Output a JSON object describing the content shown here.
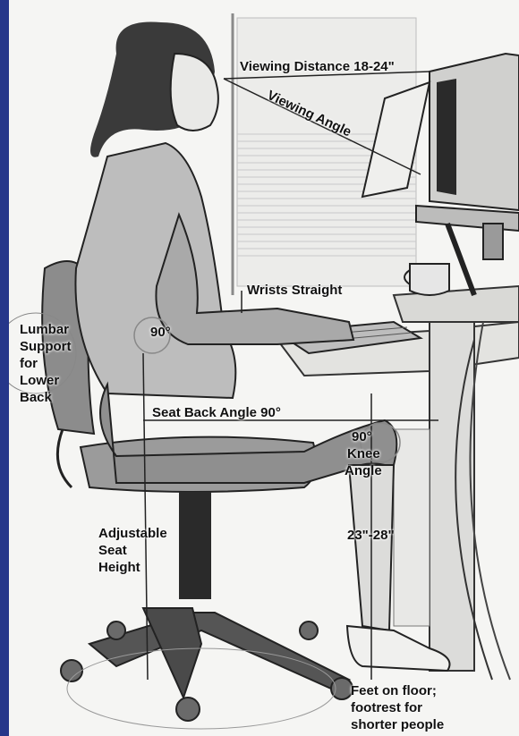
{
  "labels": {
    "viewing_distance": "Viewing Distance 18-24\"",
    "viewing_angle": "Viewing Angle",
    "wrists_straight": "Wrists Straight",
    "elbow_angle": "90°",
    "lumbar_1": "Lumbar",
    "lumbar_2": "Support",
    "lumbar_3": "for",
    "lumbar_4": "Lower",
    "lumbar_5": "Back",
    "seat_back_angle": "Seat Back Angle 90°",
    "knee_1": "90°",
    "knee_2": "Knee",
    "knee_3": "Angle",
    "seat_1": "Adjustable",
    "seat_2": "Seat",
    "seat_3": "Height",
    "knee_height": "23\"-28\"",
    "feet_1": "Feet on floor;",
    "feet_2": "footrest for",
    "feet_3": "shorter people"
  },
  "colors": {
    "frame_top": "#4e6138",
    "frame_side": "#26378a",
    "paper": "#f5f5f3",
    "ink": "#111111"
  }
}
